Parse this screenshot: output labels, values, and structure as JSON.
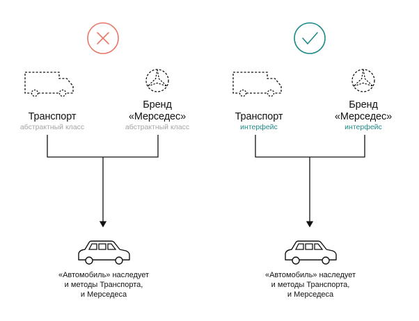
{
  "colors": {
    "wrong": "#e8796b",
    "right": "#1f8a87",
    "abstract_text": "#a5a5a5",
    "lines": "#111111"
  },
  "panels": [
    {
      "status_icon": "cross-icon",
      "parent_a": {
        "icon": "van-icon",
        "title": "Транспорт",
        "subtitle": "абстрактный класс"
      },
      "parent_b": {
        "icon": "mercedes-star-icon",
        "title_line1": "Бренд",
        "title_line2": "«Мерседес»",
        "subtitle": "абстрактный класс"
      },
      "child": {
        "icon": "car-icon",
        "caption_line1": "«Автомобиль» наследует",
        "caption_line2": "и методы Транспорта,",
        "caption_line3": "и Мерседеса"
      }
    },
    {
      "status_icon": "check-icon",
      "parent_a": {
        "icon": "van-icon",
        "title": "Транспорт",
        "subtitle": "интерфейс"
      },
      "parent_b": {
        "icon": "mercedes-star-icon",
        "title_line1": "Бренд",
        "title_line2": "«Мерседес»",
        "subtitle": "интерфейс"
      },
      "child": {
        "icon": "car-icon",
        "caption_line1": "«Автомобиль» наследует",
        "caption_line2": "и методы Транспорта,",
        "caption_line3": "и Мерседеса"
      }
    }
  ]
}
